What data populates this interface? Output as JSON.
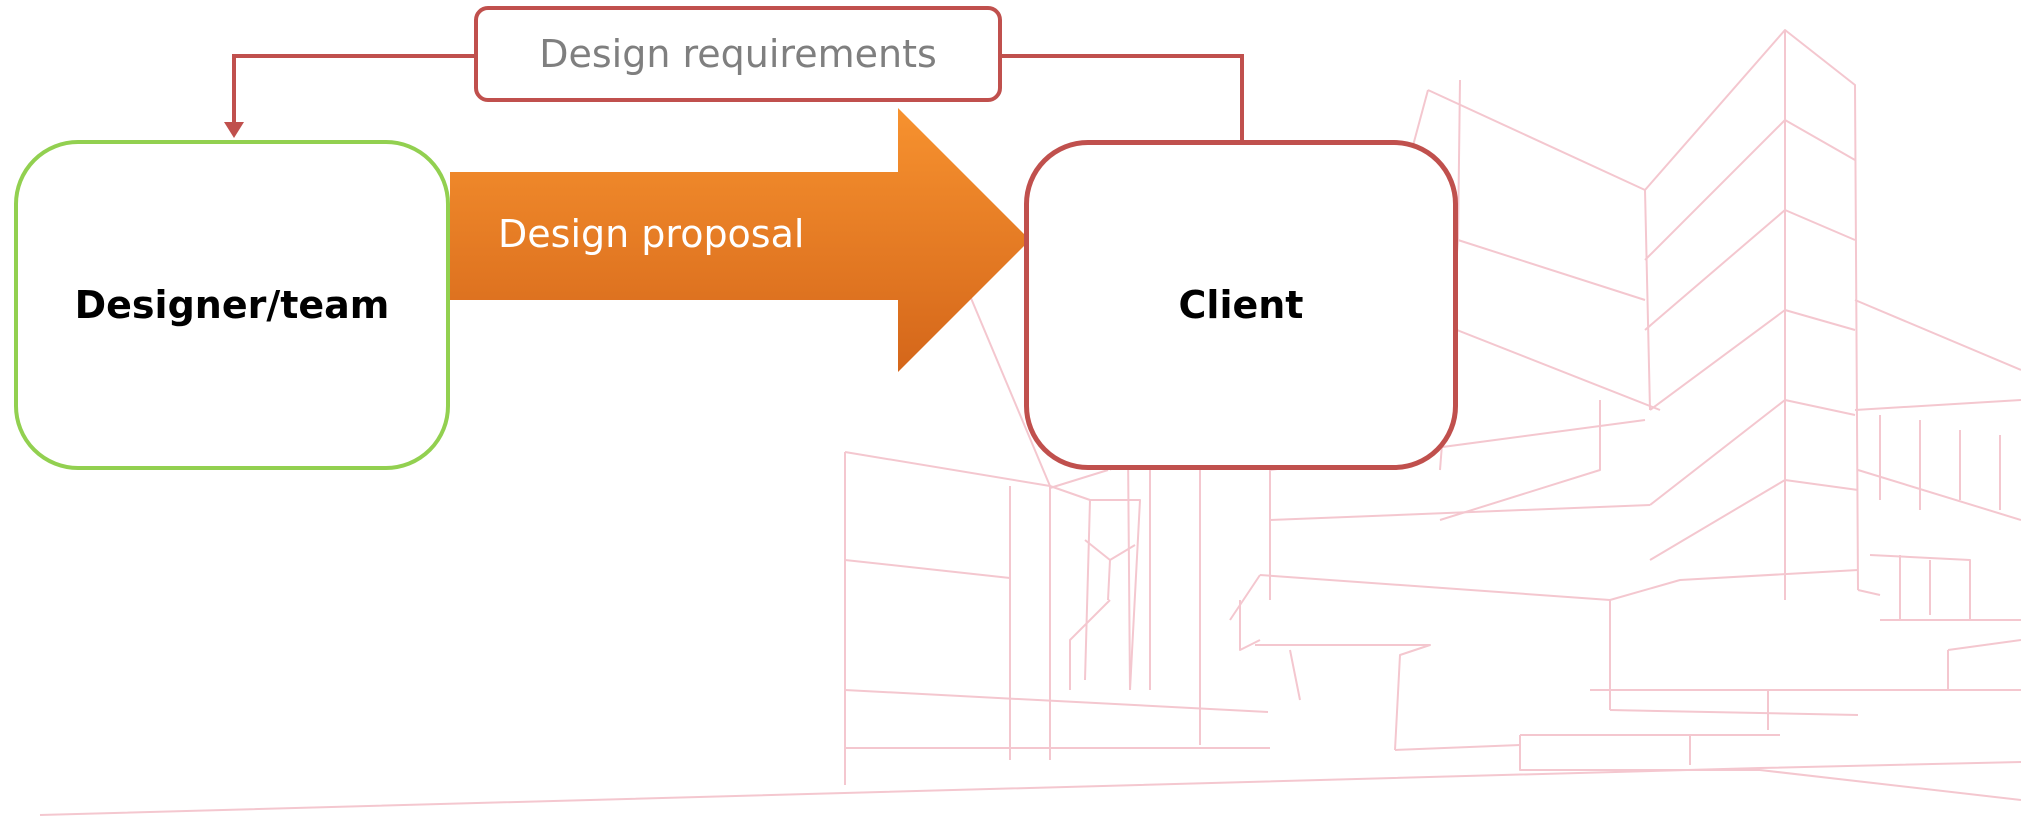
{
  "diagram": {
    "nodes": {
      "designer": {
        "label": "Designer/team"
      },
      "client": {
        "label": "Client"
      }
    },
    "edges": {
      "requirements": {
        "label": "Design requirements",
        "from": "client",
        "to": "designer"
      },
      "proposal": {
        "label": "Design proposal",
        "from": "designer",
        "to": "client"
      }
    }
  },
  "colors": {
    "designer_border": "#92d050",
    "client_border": "#c0504d",
    "requirements_line": "#c0504d",
    "proposal_arrow_top": "#f7922f",
    "proposal_arrow_bottom": "#d4661a",
    "background_sketch": "#f4c7cf"
  },
  "icons": {
    "background": "building-sketch-illustration"
  }
}
